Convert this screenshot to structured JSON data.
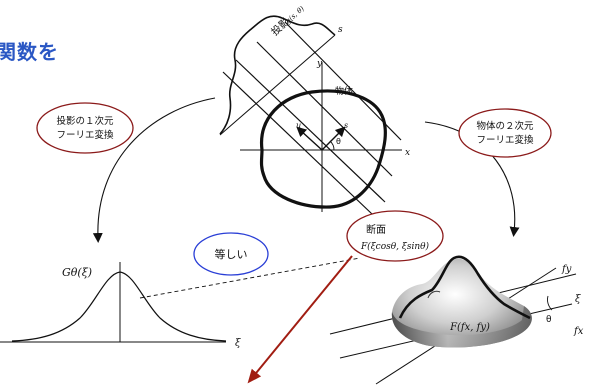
{
  "heading_fragment": "関数を",
  "top_panel": {
    "projection_label": "投影",
    "projection_func": "g(s, θ)",
    "object_label": "物体",
    "axis_s": "s",
    "axis_y": "y",
    "axis_x": "x",
    "axis_u": "u",
    "axis_s_rot": "s",
    "angle": "θ"
  },
  "left_bubble": {
    "line1": "投影の１次元",
    "line2": "フーリエ変換"
  },
  "right_bubble": {
    "line1": "物体の２次元",
    "line2": "フーリエ変換"
  },
  "equal_bubble": "等しい",
  "section_bubble": {
    "line1": "断面",
    "line2": "F(ξcosθ, ξsinθ)"
  },
  "bottom_left": {
    "func_label": "Gθ(ξ)",
    "axis": "ξ"
  },
  "bottom_right": {
    "axis_fy": "fy",
    "axis_xi": "ξ",
    "axis_fx": "fx",
    "angle": "θ",
    "surface_label": "F(fx, fy)"
  },
  "colors": {
    "heading": "#2a57c4",
    "bubble_red": "#8b1a1a",
    "bubble_blue": "#2a3fd6",
    "section_arrow": "#a11d12"
  }
}
